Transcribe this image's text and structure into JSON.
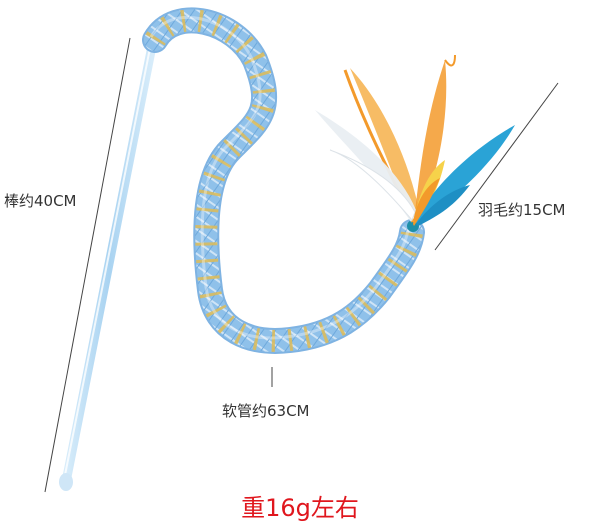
{
  "labels": {
    "stick": "棒约40CM",
    "tube": "软管约63CM",
    "feather": "羽毛约15CM",
    "weight": "重16g左右"
  },
  "colors": {
    "tube": "#8fc1ea",
    "tube_stripe": "#d9bb5e",
    "stick": "#b9dcf4",
    "bead": "#1e8fa8",
    "feather_orange": "#f39a2b",
    "feather_yellow": "#f6d24a",
    "feather_blue": "#2aa3d6",
    "weight_text": "#e0161d"
  }
}
